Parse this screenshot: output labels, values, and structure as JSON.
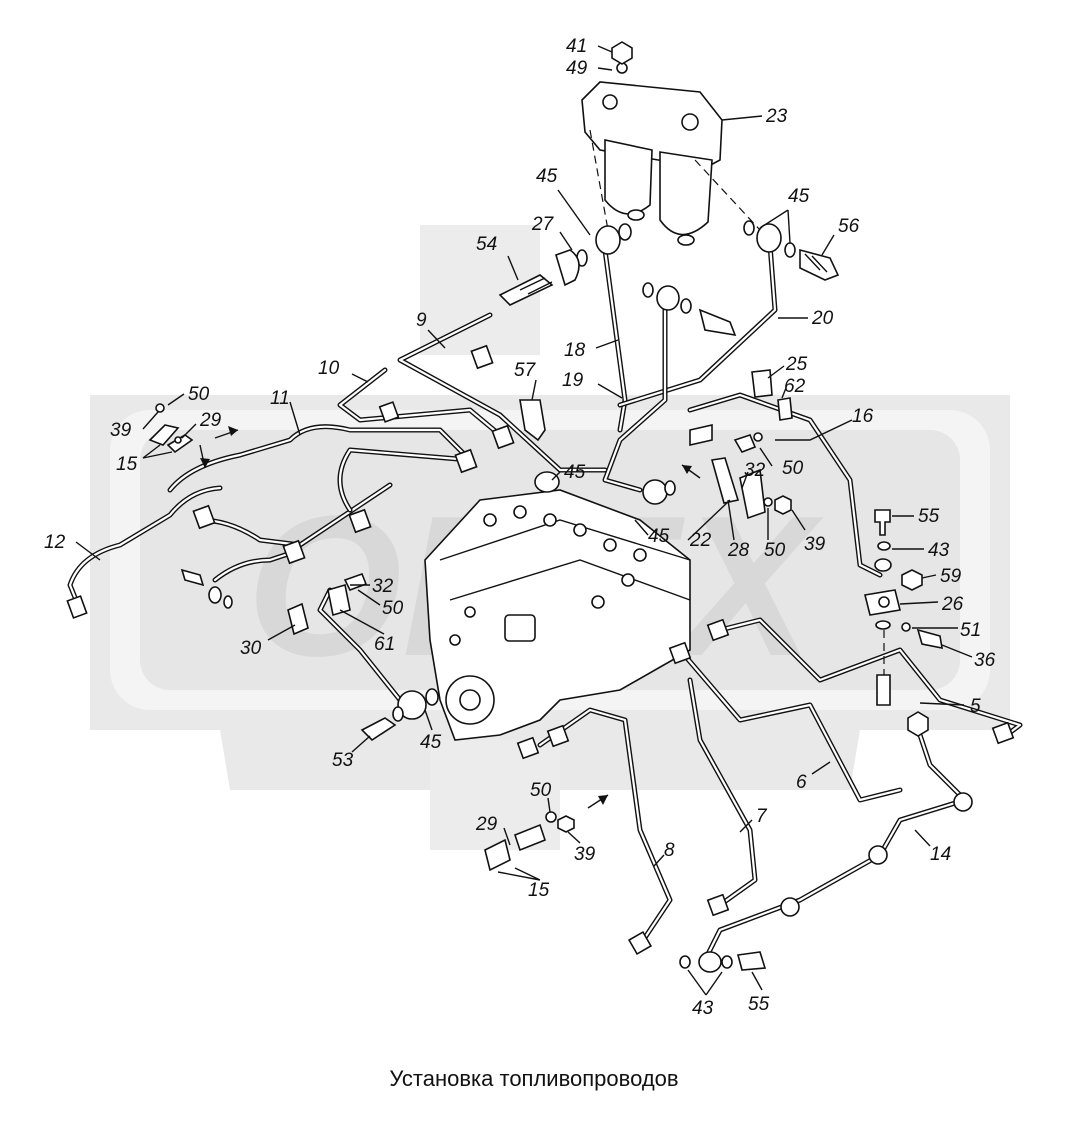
{
  "caption": "Установка топливопроводов",
  "watermark": {
    "text": "OREX",
    "color": "#dcdcdc"
  },
  "callouts": [
    {
      "id": "c41",
      "text": "41"
    },
    {
      "id": "c49",
      "text": "49"
    },
    {
      "id": "c23",
      "text": "23"
    },
    {
      "id": "c45a",
      "text": "45"
    },
    {
      "id": "c27",
      "text": "27"
    },
    {
      "id": "c45b",
      "text": "45"
    },
    {
      "id": "c56",
      "text": "56"
    },
    {
      "id": "c54",
      "text": "54"
    },
    {
      "id": "c20",
      "text": "20"
    },
    {
      "id": "c9",
      "text": "9"
    },
    {
      "id": "c18",
      "text": "18"
    },
    {
      "id": "c25",
      "text": "25"
    },
    {
      "id": "c10",
      "text": "10"
    },
    {
      "id": "c57",
      "text": "57"
    },
    {
      "id": "c19",
      "text": "19"
    },
    {
      "id": "c62",
      "text": "62"
    },
    {
      "id": "c50a",
      "text": "50"
    },
    {
      "id": "c11",
      "text": "11"
    },
    {
      "id": "c16",
      "text": "16"
    },
    {
      "id": "c39a",
      "text": "39"
    },
    {
      "id": "c29a",
      "text": "29"
    },
    {
      "id": "c15a",
      "text": "15"
    },
    {
      "id": "c32a",
      "text": "32"
    },
    {
      "id": "c50b",
      "text": "50"
    },
    {
      "id": "c45c",
      "text": "45"
    },
    {
      "id": "c55a",
      "text": "55"
    },
    {
      "id": "c12",
      "text": "12"
    },
    {
      "id": "c45d",
      "text": "45"
    },
    {
      "id": "c22",
      "text": "22"
    },
    {
      "id": "c28",
      "text": "28"
    },
    {
      "id": "c50c",
      "text": "50"
    },
    {
      "id": "c39b",
      "text": "39"
    },
    {
      "id": "c43a",
      "text": "43"
    },
    {
      "id": "c59",
      "text": "59"
    },
    {
      "id": "c32b",
      "text": "32"
    },
    {
      "id": "c50d",
      "text": "50"
    },
    {
      "id": "c26",
      "text": "26"
    },
    {
      "id": "c30",
      "text": "30"
    },
    {
      "id": "c61",
      "text": "61"
    },
    {
      "id": "c51",
      "text": "51"
    },
    {
      "id": "c36",
      "text": "36"
    },
    {
      "id": "c5",
      "text": "5"
    },
    {
      "id": "c53",
      "text": "53"
    },
    {
      "id": "c45e",
      "text": "45"
    },
    {
      "id": "c6",
      "text": "6"
    },
    {
      "id": "c50e",
      "text": "50"
    },
    {
      "id": "c7",
      "text": "7"
    },
    {
      "id": "c29b",
      "text": "29"
    },
    {
      "id": "c39c",
      "text": "39"
    },
    {
      "id": "c14",
      "text": "14"
    },
    {
      "id": "c8",
      "text": "8"
    },
    {
      "id": "c15b",
      "text": "15"
    },
    {
      "id": "c43b",
      "text": "43"
    },
    {
      "id": "c55b",
      "text": "55"
    }
  ]
}
